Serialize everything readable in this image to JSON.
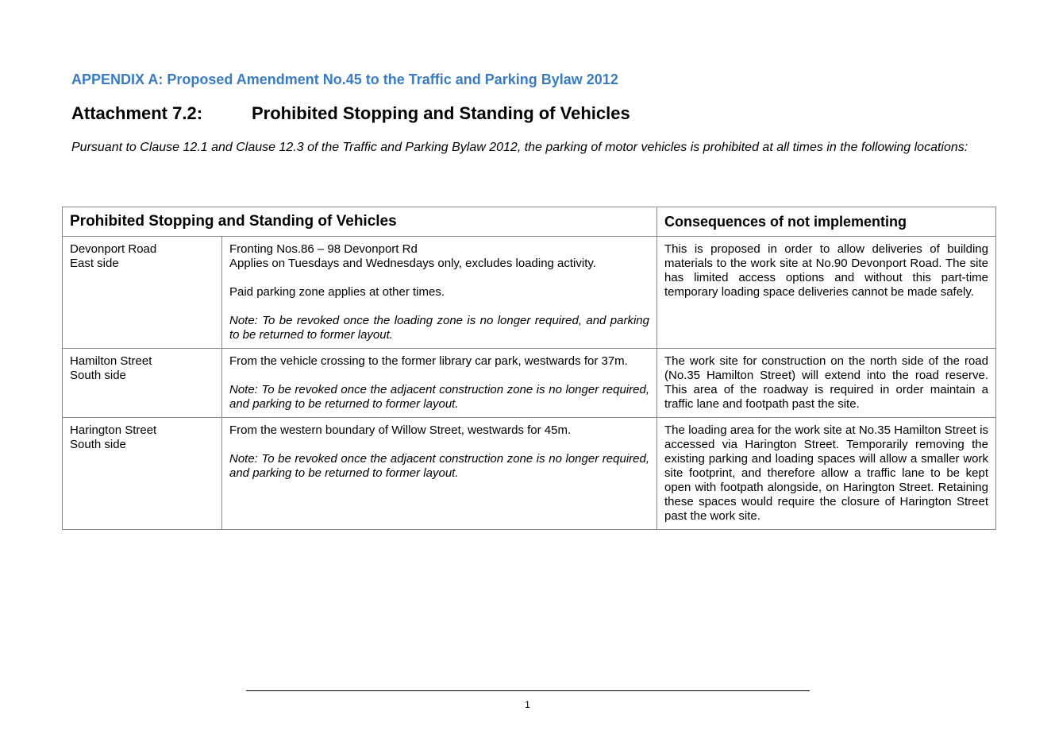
{
  "appendix_heading": "APPENDIX A:  Proposed Amendment No.45 to the Traffic and Parking Bylaw 2012",
  "attachment": {
    "number": "Attachment 7.2:",
    "title": "Prohibited Stopping and Standing of Vehicles"
  },
  "intro": "Pursuant to Clause 12.1 and Clause 12.3 of the Traffic and Parking Bylaw 2012, the parking of motor vehicles is prohibited at all times in the following locations:",
  "table": {
    "headers": {
      "location": "Prohibited Stopping and Standing of Vehicles",
      "consequences": "Consequences of not implementing"
    },
    "rows": [
      {
        "street": "Devonport Road",
        "side": "East side",
        "desc_lines": [
          "Fronting Nos.86 – 98 Devonport Rd",
          "Applies on Tuesdays and Wednesdays only, excludes loading activity."
        ],
        "extra": "Paid parking zone applies at other times.",
        "note": "Note: To be revoked once the loading zone is no longer required, and parking to be returned to former layout.",
        "consequence": "This is proposed in order to allow deliveries of building materials to the work site at No.90 Devonport Road.  The site has limited access options and without this part-time temporary loading space deliveries cannot be made safely."
      },
      {
        "street": "Hamilton Street",
        "side": "South side",
        "desc_lines": [
          "From the vehicle crossing to the former library car park, westwards for 37m."
        ],
        "note": "Note: To be revoked once the adjacent construction zone is no longer required, and parking to be returned to former layout.",
        "consequence": "The work site for construction on the north side of the road (No.35 Hamilton Street) will extend into the road reserve.  This area of the roadway is required in order maintain a traffic lane and footpath past the site."
      },
      {
        "street": "Harington Street",
        "side": "South side",
        "desc_lines": [
          "From the western boundary of Willow Street, westwards for 45m."
        ],
        "note": "Note: To be revoked once the adjacent construction zone is no longer required, and parking to be returned to former layout.",
        "consequence": "The loading area for the work site at No.35 Hamilton Street is accessed via Harington Street.  Temporarily removing the existing parking and loading spaces will allow a smaller work site footprint, and therefore allow a traffic lane to be kept open with footpath alongside, on Harington Street.  Retaining these spaces would require the closure of Harington Street past the work site."
      }
    ]
  },
  "footer": {
    "page_number": "1"
  }
}
